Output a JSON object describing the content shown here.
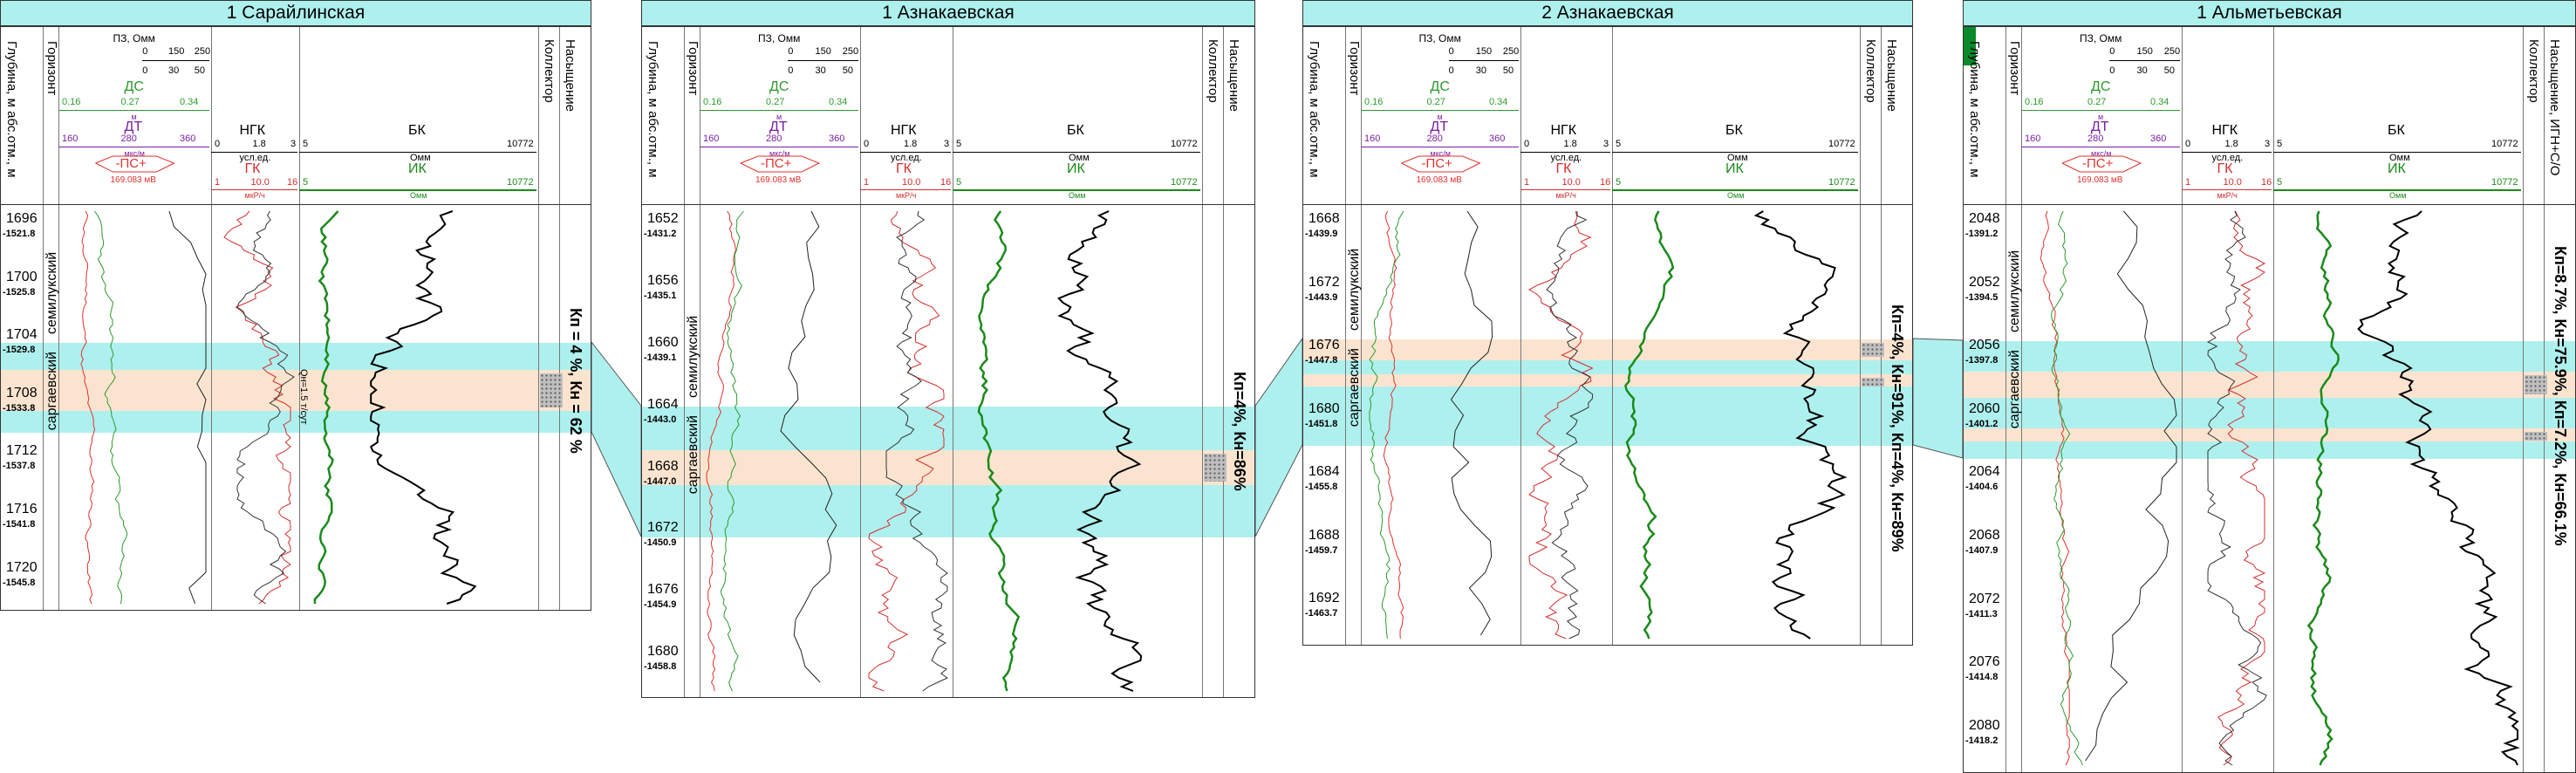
{
  "wells": [
    {
      "name": "1 Сарайлинская",
      "saturation": "Кп = 4 %, Кн = 62 %",
      "depths": [
        [
          "1696",
          "-1521.8"
        ],
        [
          "1700",
          "-1525.8"
        ],
        [
          "1704",
          "-1529.8"
        ],
        [
          "1708",
          "-1533.8"
        ],
        [
          "1712",
          "-1537.8"
        ],
        [
          "1716",
          "-1541.8"
        ],
        [
          "1720",
          "-1545.8"
        ]
      ],
      "horizons": [
        "семилукский",
        "саргаевский"
      ],
      "annotation": "Qн=1.5 т/сут"
    },
    {
      "name": "1 Азнакаевская",
      "saturation": "Кп=4%, Кн=86%",
      "depths": [
        [
          "1652",
          "-1431.2"
        ],
        [
          "1656",
          "-1435.1"
        ],
        [
          "1660",
          "-1439.1"
        ],
        [
          "1664",
          "-1443.0"
        ],
        [
          "1668",
          "-1447.0"
        ],
        [
          "1672",
          "-1450.9"
        ],
        [
          "1676",
          "-1454.9"
        ],
        [
          "1680",
          "-1458.8"
        ]
      ],
      "horizons": [
        "семилукский",
        "саргаевский"
      ],
      "annotation": ""
    },
    {
      "name": "2 Азнакаевская",
      "saturation": "Кп=4%, Кн=91%, Кп=4%, Кн=89%",
      "depths": [
        [
          "1668",
          "-1439.9"
        ],
        [
          "1672",
          "-1443.9"
        ],
        [
          "1676",
          "-1447.8"
        ],
        [
          "1680",
          "-1451.8"
        ],
        [
          "1684",
          "-1455.8"
        ],
        [
          "1688",
          "-1459.7"
        ],
        [
          "1692",
          "-1463.7"
        ]
      ],
      "horizons": [
        "семилукский",
        "саргаевский"
      ],
      "annotation": ""
    },
    {
      "name": "1 Альметьевская",
      "saturation": "Кп=8.7%, Кн=75.9%, Кп=7.2%, Кн=66.1%",
      "depths": [
        [
          "2048",
          "-1391.2"
        ],
        [
          "2052",
          "-1394.5"
        ],
        [
          "2056",
          "-1397.8"
        ],
        [
          "2060",
          "-1401.2"
        ],
        [
          "2064",
          "-1404.6"
        ],
        [
          "2068",
          "-1407.9"
        ],
        [
          "2072",
          "-1411.3"
        ],
        [
          "2076",
          "-1414.8"
        ],
        [
          "2080",
          "-1418.2"
        ]
      ],
      "horizons": [
        "семилукский",
        "саргаевский"
      ],
      "annotation": ""
    }
  ],
  "header": {
    "depth_label": "Глубина, м абс.отм., м",
    "horizon_label": "Горизонт",
    "pz_label": "ПЗ, Омм",
    "pz_ticks_top": [
      "0",
      "150",
      "250"
    ],
    "pz_ticks_bottom": [
      "0",
      "30",
      "50"
    ],
    "ds_label": "ДС",
    "ds_ticks": [
      "0.16",
      "0.27",
      "0.34"
    ],
    "dt_unit": "м",
    "dt_label": "ДТ",
    "dt_ticks": [
      "160",
      "280",
      "360"
    ],
    "ps_unit": "мкс/м",
    "ps_label": "-ПС+",
    "ps_value": "169.083 мВ",
    "ngk_label": "НГК",
    "ngk_ticks": [
      "0",
      "1.8",
      "3"
    ],
    "ngk_unit": "усл.ед.",
    "gk_label": "ГК",
    "gk_ticks": [
      "1",
      "10.0",
      "16"
    ],
    "gk_unit": "мкР/ч",
    "bk_label": "БК",
    "bk_ticks": [
      "5",
      "10772"
    ],
    "bk_unit": "Омм",
    "ik_label": "ИК",
    "ik_ticks": [
      "5",
      "10772"
    ],
    "ik_unit": "Омм",
    "collector_label": "Коллектор",
    "saturation_label": "Насыщение",
    "saturation_label_alt": "Насыщение, ИГН+С/О"
  },
  "colors": {
    "cyan": "#aef0ee",
    "peach": "#fbe4cf",
    "ps": "#e0322e",
    "ds": "#2d9a2d",
    "dt": "#7b1fa2",
    "gk": "#d32f2f",
    "ik": "#1b8a1b"
  }
}
